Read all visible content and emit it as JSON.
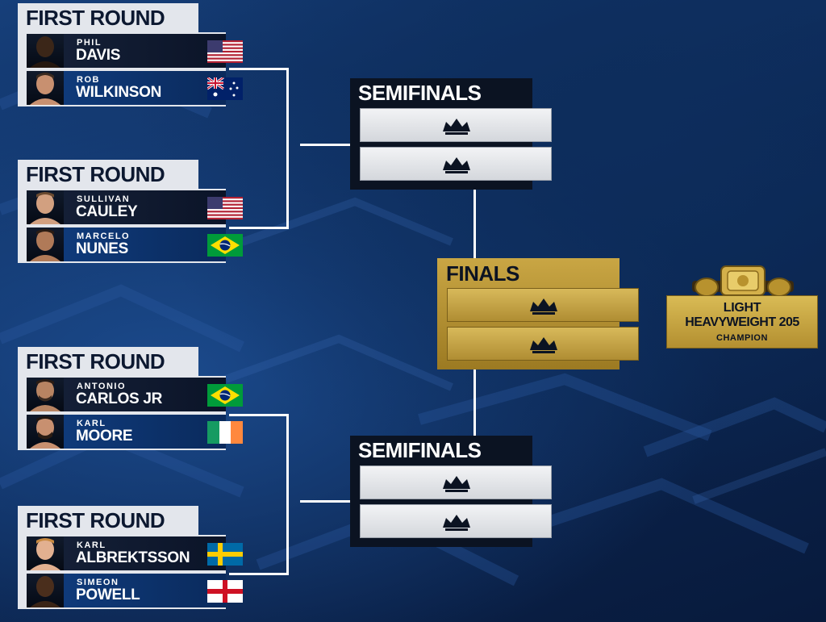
{
  "bracket": {
    "groups": [
      {
        "header": "FIRST ROUND",
        "fighters": [
          {
            "first": "PHIL",
            "last": "DAVIS",
            "flag": "usa-flag-icon"
          },
          {
            "first": "ROB",
            "last": "WILKINSON",
            "flag": "australia-flag-icon"
          }
        ]
      },
      {
        "header": "FIRST ROUND",
        "fighters": [
          {
            "first": "SULLIVAN",
            "last": "CAULEY",
            "flag": "usa-flag-icon"
          },
          {
            "first": "MARCELO",
            "last": "NUNES",
            "flag": "brazil-flag-icon"
          }
        ]
      },
      {
        "header": "FIRST ROUND",
        "fighters": [
          {
            "first": "ANTONIO",
            "last": "CARLOS JR",
            "flag": "brazil-flag-icon"
          },
          {
            "first": "KARL",
            "last": "MOORE",
            "flag": "ireland-flag-icon"
          }
        ]
      },
      {
        "header": "FIRST ROUND",
        "fighters": [
          {
            "first": "KARL",
            "last": "ALBREKTSSON",
            "flag": "sweden-flag-icon"
          },
          {
            "first": "SIMEON",
            "last": "POWELL",
            "flag": "england-flag-icon"
          }
        ]
      }
    ],
    "semifinals": [
      {
        "header": "SEMIFINALS",
        "slots": [
          "crown-icon",
          "crown-icon"
        ]
      },
      {
        "header": "SEMIFINALS",
        "slots": [
          "crown-icon",
          "crown-icon"
        ]
      }
    ],
    "finals": {
      "header": "FINALS",
      "slots": [
        "crown-icon",
        "crown-icon"
      ]
    },
    "champion": {
      "line1": "LIGHT",
      "line2": "HEAVYWEIGHT 205",
      "line3": "CHAMPION",
      "icon": "championship-belt-icon"
    },
    "colors": {
      "gold": "#c9a644",
      "dark_bar": "#141f36",
      "blue_bar": "#0f3a7a",
      "header_bg": "#e3e6ec"
    }
  }
}
